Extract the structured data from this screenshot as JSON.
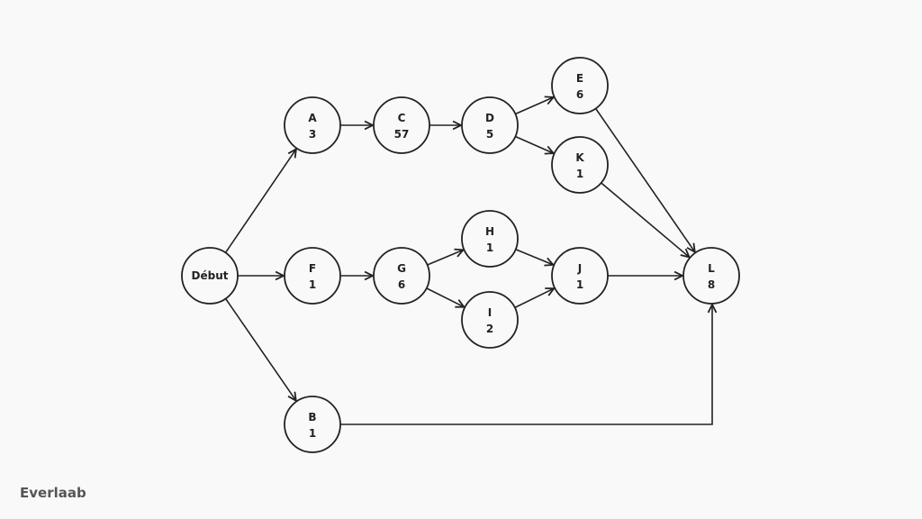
{
  "brand": "Everlaab",
  "nodes": [
    {
      "id": "start",
      "name": "Début",
      "duration": ""
    },
    {
      "id": "A",
      "name": "A",
      "duration": "3"
    },
    {
      "id": "C",
      "name": "C",
      "duration": "57"
    },
    {
      "id": "D",
      "name": "D",
      "duration": "5"
    },
    {
      "id": "E",
      "name": "E",
      "duration": "6"
    },
    {
      "id": "K",
      "name": "K",
      "duration": "1"
    },
    {
      "id": "F",
      "name": "F",
      "duration": "1"
    },
    {
      "id": "G",
      "name": "G",
      "duration": "6"
    },
    {
      "id": "H",
      "name": "H",
      "duration": "1"
    },
    {
      "id": "I",
      "name": "I",
      "duration": "2"
    },
    {
      "id": "J",
      "name": "J",
      "duration": "1"
    },
    {
      "id": "L",
      "name": "L",
      "duration": "8"
    },
    {
      "id": "B",
      "name": "B",
      "duration": "1"
    }
  ],
  "edges": [
    [
      "start",
      "A"
    ],
    [
      "start",
      "F"
    ],
    [
      "start",
      "B"
    ],
    [
      "A",
      "C"
    ],
    [
      "C",
      "D"
    ],
    [
      "D",
      "E"
    ],
    [
      "D",
      "K"
    ],
    [
      "E",
      "L"
    ],
    [
      "K",
      "L"
    ],
    [
      "F",
      "G"
    ],
    [
      "G",
      "H"
    ],
    [
      "G",
      "I"
    ],
    [
      "H",
      "J"
    ],
    [
      "I",
      "J"
    ],
    [
      "J",
      "L"
    ],
    [
      "B",
      "L"
    ]
  ]
}
